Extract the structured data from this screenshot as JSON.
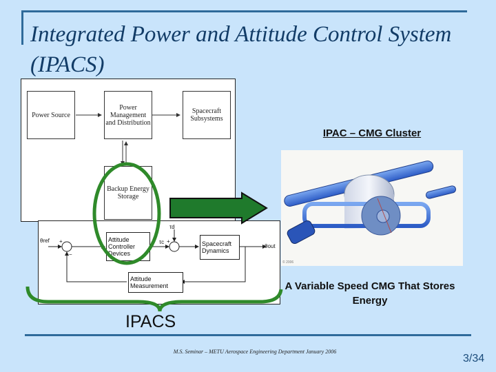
{
  "slide": {
    "title": "Integrated Power and Attitude Control System (IPACS)",
    "footer": "M.S. Seminar – METU Aerospace Engineering Department January 2006",
    "page_number": "3/34",
    "ipacs_label": "IPACS",
    "cmg_cluster_caption": "IPAC – CMG Cluster",
    "cmg_description": "A Variable Speed CMG That Stores Energy",
    "colors": {
      "background": "#c9e4fb",
      "title": "#123c67",
      "bracket": "#2f8a2a",
      "arrow": "#1f7a2c",
      "arrow_border": "#111111"
    }
  },
  "power_diagram": {
    "power_source": "Power Source",
    "power_management": "Power Management and Distribution",
    "spacecraft_subsystems": "Spacecraft Subsystems",
    "backup_storage": "Backup Energy Storage"
  },
  "attitude_diagram": {
    "controller": "Attitude Controller Devices",
    "dynamics": "Spacecraft Dynamics",
    "measurement": "Attitude Measurement",
    "theta_ref": "θref",
    "theta_out": "θout",
    "tau_d": "τd",
    "tau_c": "τc",
    "sign_plus": "+",
    "sign_minus": "−"
  },
  "image_stamp": "© 2006"
}
